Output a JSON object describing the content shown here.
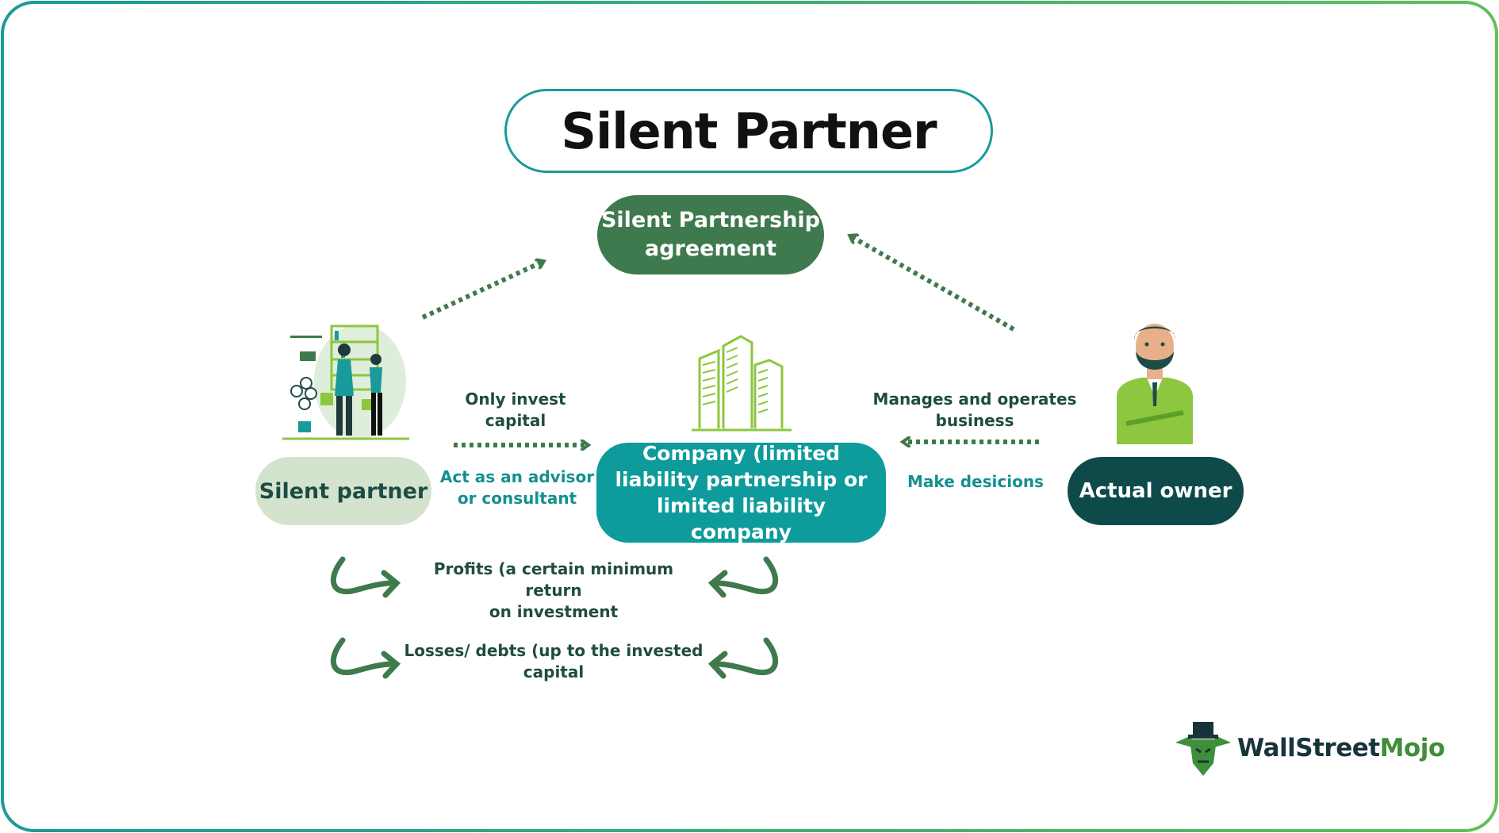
{
  "title": "Silent Partner",
  "nodes": {
    "agreement": "Silent Partnership agreement",
    "silent_partner": "Silent partner",
    "company": "Company (limited liability partnership or limited liability company",
    "actual_owner": "Actual owner"
  },
  "labels": {
    "only_invest_line1": "Only invest",
    "only_invest_line2": "capital",
    "advisor_line1": "Act as an advisor",
    "advisor_line2": "or consultant",
    "manages_line1": "Manages and operates",
    "manages_line2": "business",
    "make_decisions": "Make desicions",
    "profits_line1": "Profits (a certain minimum return",
    "profits_line2": "on investment",
    "losses_line1": "Losses/ debts (up to the invested",
    "losses_line2": "capital"
  },
  "brand": {
    "name_part1": "WallStreet",
    "name_part2": "Mojo"
  },
  "colors": {
    "frame_teal": "#1a9a9a",
    "frame_green": "#5fc15a",
    "dark_green": "#3e7a4d",
    "teal": "#0e9b9b",
    "deep_teal": "#0e4a4a",
    "light_green": "#d3e3cd"
  },
  "icons": [
    "people-meeting-illustration",
    "buildings-icon",
    "businessman-icon",
    "curved-arrow-icon",
    "wallstreetmojo-logo"
  ]
}
